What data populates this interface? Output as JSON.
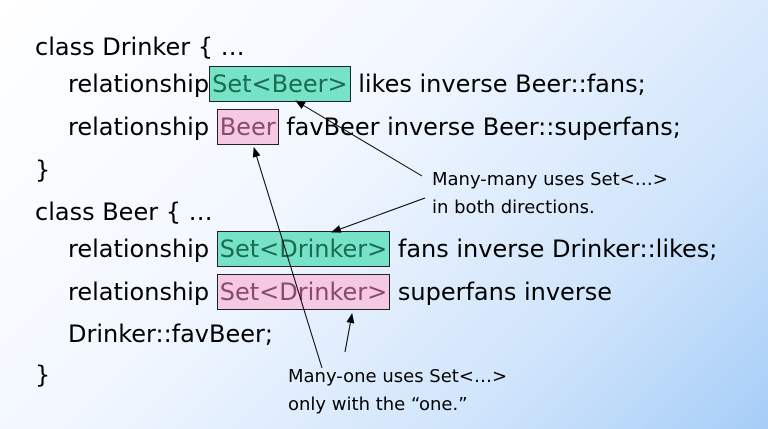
{
  "code": {
    "l1": "class Drinker { …",
    "l2_pre": "relationship",
    "l2_box": "Set<Beer>",
    "l2_post": "likes inverse Beer::fans;",
    "l3_pre": "relationship",
    "l3_box": "Beer",
    "l3_post": "favBeer inverse Beer::superfans;",
    "l4": "}",
    "l5": "class Beer { …",
    "l6_pre": "relationship",
    "l6_box": "Set<Drinker>",
    "l6_post": "fans inverse Drinker::likes;",
    "l7_pre": "relationship",
    "l7_box": "Set<Drinker>",
    "l7_post": "superfans inverse",
    "l8": "Drinker::favBeer;",
    "l9": "}"
  },
  "notes": {
    "many_many_1": "Many-many uses Set<…>",
    "many_many_2": "in both directions.",
    "many_one_1": "Many-one uses Set<…>",
    "many_one_2": "only with the “one.”"
  },
  "colors": {
    "green_box": "#76e2c8",
    "pink_box": "#f5c8e4"
  }
}
